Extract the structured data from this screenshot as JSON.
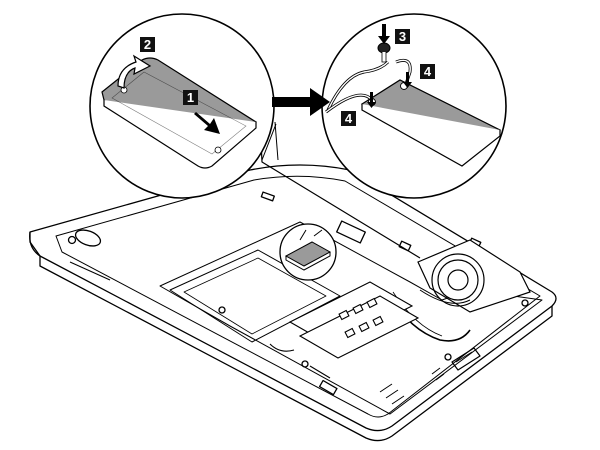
{
  "callouts": {
    "step1": "1",
    "step2": "2",
    "step3": "3",
    "step4_left": "4",
    "step4_right": "4"
  },
  "colors": {
    "line": "#000000",
    "badge": "#111111",
    "card": "#9a9a9a",
    "paper": "#ffffff"
  },
  "icons": [
    "wireless-card-icon",
    "screw-icon",
    "arrow-icon",
    "laptop-base-icon",
    "fan-icon",
    "memory-module-icon"
  ]
}
